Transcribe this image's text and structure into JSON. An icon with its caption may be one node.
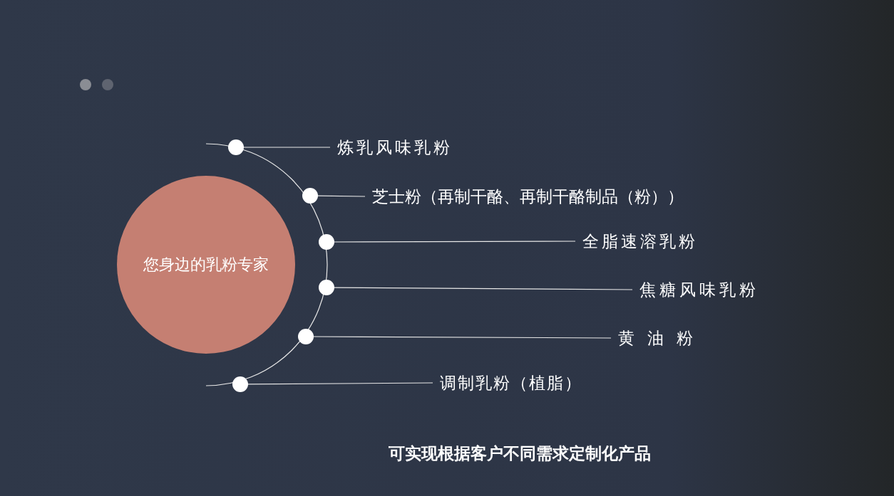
{
  "diagram": {
    "nodes": [
      {
        "text": [
          "您身边的乳粉专家"
        ]
      },
      {
        "text": [],
        "shape": "circle"
      },
      {
        "text": [],
        "shape": "circle"
      },
      {
        "text": [],
        "shape": "circle"
      },
      {
        "text": [],
        "shape": "circle"
      },
      {
        "text": [],
        "shape": "circle"
      },
      {
        "text": [],
        "shape": "circle"
      },
      {
        "text": [
          "炼乳风味乳粉"
        ]
      },
      {
        "text": [
          "芝士粉（再制干酪、再制干酪制品（粉））"
        ]
      },
      {
        "text": [
          "全脂速溶乳粉"
        ]
      },
      {
        "text": [
          "焦糖风味乳粉"
        ]
      },
      {
        "text": [
          "黄油粉"
        ]
      },
      {
        "text": [
          "调制乳粉（植脂）"
        ]
      }
    ],
    "edges": [
      {
        "from": 1,
        "to": 7,
        "arrow": "none"
      },
      {
        "from": 2,
        "to": 8,
        "arrow": "none"
      },
      {
        "from": 3,
        "to": 9,
        "arrow": "none"
      },
      {
        "from": 4,
        "to": 10,
        "arrow": "none"
      },
      {
        "from": 5,
        "to": 11,
        "arrow": "none"
      },
      {
        "from": 6,
        "to": 12,
        "arrow": "none"
      }
    ],
    "labels": [
      "可实现根据客户不同需求定制化产品"
    ]
  }
}
